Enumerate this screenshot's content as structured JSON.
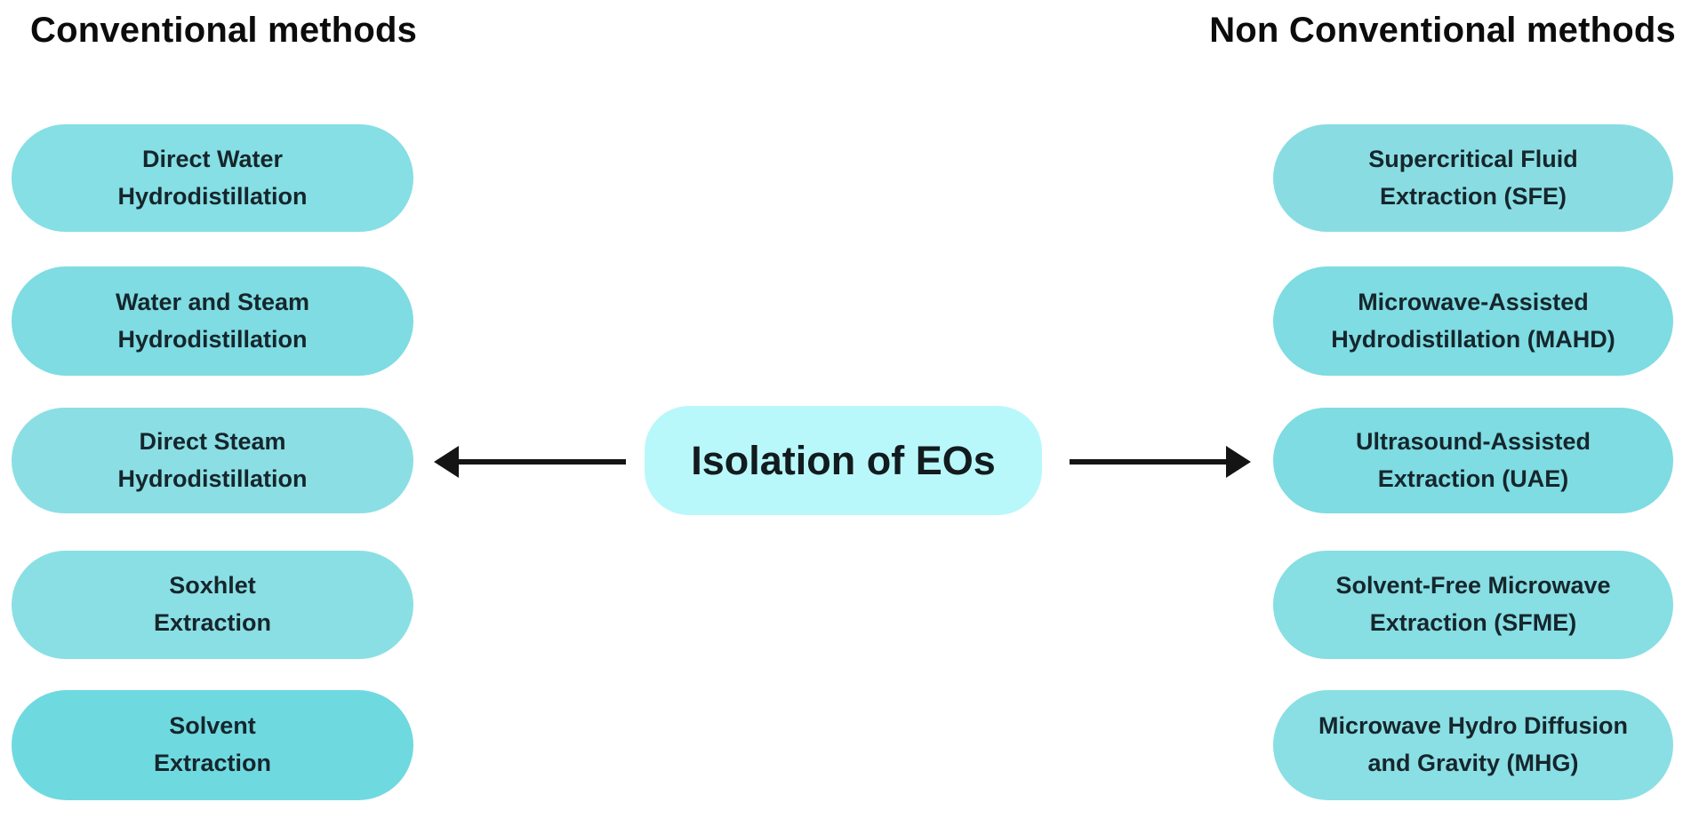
{
  "page": {
    "background": "#ffffff"
  },
  "colors": {
    "pill_text": "#15262c",
    "header_text": "#0c0c0c",
    "center_text": "#121b1e",
    "arrow": "#141414"
  },
  "center": {
    "label": "Isolation of EOs",
    "fill": "#b9f8fa"
  },
  "arrows": {
    "color": "#141414",
    "left_direction": "left",
    "right_direction": "right"
  },
  "left_column": {
    "header": "Conventional methods",
    "items": [
      {
        "line1": "Direct Water",
        "line2": "Hydrodistillation",
        "fill": "#85dfe4"
      },
      {
        "line1": "Water and Steam",
        "line2": "Hydrodistillation",
        "fill": "#7edce2"
      },
      {
        "line1": "Direct Steam",
        "line2": "Hydrodistillation",
        "fill": "#8bdfe4"
      },
      {
        "line1": "Soxhlet",
        "line2": "Extraction",
        "fill": "#8adfe4"
      },
      {
        "line1": "Solvent",
        "line2": "Extraction",
        "fill": "#6fd9e0"
      }
    ]
  },
  "right_column": {
    "header": "Non Conventional methods",
    "items": [
      {
        "line1": "Supercritical Fluid",
        "line2": "Extraction (SFE)",
        "fill": "#89dde2"
      },
      {
        "line1": "Microwave-Assisted",
        "line2": "Hydrodistillation (MAHD)",
        "fill": "#7edce2"
      },
      {
        "line1": "Ultrasound-Assisted",
        "line2": "Extraction (UAE)",
        "fill": "#7edce2"
      },
      {
        "line1": "Solvent-Free Microwave",
        "line2": "Extraction (SFME)",
        "fill": "#87dee3"
      },
      {
        "line1": "Microwave Hydro Diffusion",
        "line2": "and Gravity (MHG)",
        "fill": "#8adfe4"
      }
    ]
  }
}
